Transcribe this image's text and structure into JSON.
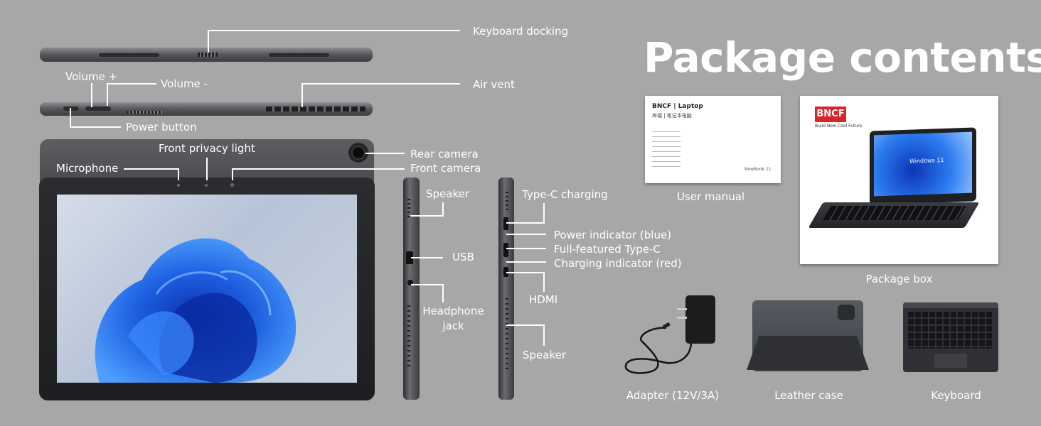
{
  "title": "Package contents",
  "labels": {
    "keyboard_docking": "Keyboard docking",
    "volume_plus": "Volume +",
    "volume_minus": "Volume -",
    "air_vent": "Air vent",
    "power_button": "Power button",
    "front_privacy_light": "Front privacy light",
    "microphone": "Microphone",
    "rear_camera": "Rear camera",
    "front_camera": "Front camera",
    "speaker_left": "Speaker",
    "usb": "USB",
    "headphone_jack": "Headphone jack",
    "type_c_charging": "Type-C charging",
    "power_indicator": "Power indicator (blue)",
    "full_featured_type_c": "Full-featured Type-C",
    "charging_indicator": "Charging indicator (red)",
    "hdmi": "HDMI",
    "speaker_right": "Speaker"
  },
  "package": {
    "user_manual": "User manual",
    "package_box": "Package box",
    "adapter": "Adapter (12V/3A)",
    "leather_case": "Leather case",
    "keyboard": "Keyboard"
  },
  "manual_card": {
    "brand": "BNCF | Laptop",
    "subtitle": "奔福 | 笔记本电脑",
    "model": "NewBook 11"
  },
  "box_card": {
    "brand": "BNCF",
    "tagline": "Build New Cool Future",
    "os": "Windows 11"
  },
  "colors": {
    "background": "#a7a7a7",
    "label": "#ffffff",
    "brand_red": "#d8262a",
    "device_dark": "#2b2c2f",
    "screen_blue": "#1f5fd8"
  }
}
